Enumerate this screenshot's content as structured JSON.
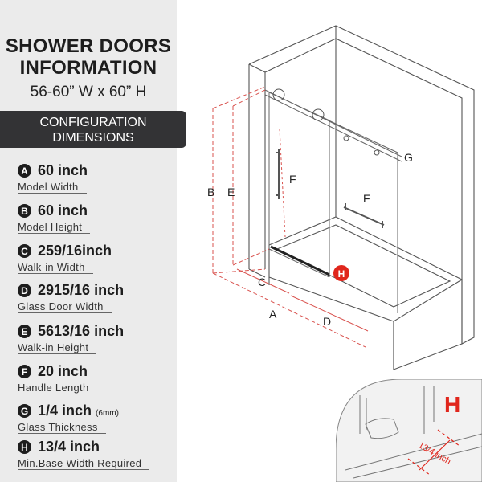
{
  "header": {
    "title_line1": "SHOWER DOORS",
    "title_line2": "INFORMATION",
    "subtitle": "56-60” W x 60” H"
  },
  "config": {
    "line1": "CONFIGURATION",
    "line2": "DIMENSIONS"
  },
  "specs": [
    {
      "key": "A",
      "value": "60 inch",
      "label": "Model Width"
    },
    {
      "key": "B",
      "value": "60 inch",
      "label": "Model Height"
    },
    {
      "key": "C",
      "value": "259/16inch",
      "label": "Walk-in Width"
    },
    {
      "key": "D",
      "value": "2915/16 inch",
      "label": "Glass Door Width"
    },
    {
      "key": "E",
      "value": "5613/16 inch",
      "label": "Walk-in Height"
    },
    {
      "key": "F",
      "value": "20 inch",
      "label": "Handle Length"
    },
    {
      "key": "G",
      "value": "1/4 inch",
      "value_note": "(6mm)",
      "label": "Glass Thickness"
    },
    {
      "key": "H",
      "value": "13/4 inch",
      "label": "Min.Base Width Required"
    }
  ],
  "diagram_labels": {
    "A": "A",
    "B": "B",
    "C": "C",
    "D": "D",
    "E": "E",
    "F": "F",
    "G": "G",
    "H": "H"
  },
  "inset": {
    "marker": "H",
    "measure": "13/4 inch"
  },
  "colors": {
    "dimension_line": "#d9534f",
    "accent_red": "#e0261c",
    "panel_bg": "#ebebeb",
    "band_bg": "#333335",
    "line": "#555555"
  }
}
